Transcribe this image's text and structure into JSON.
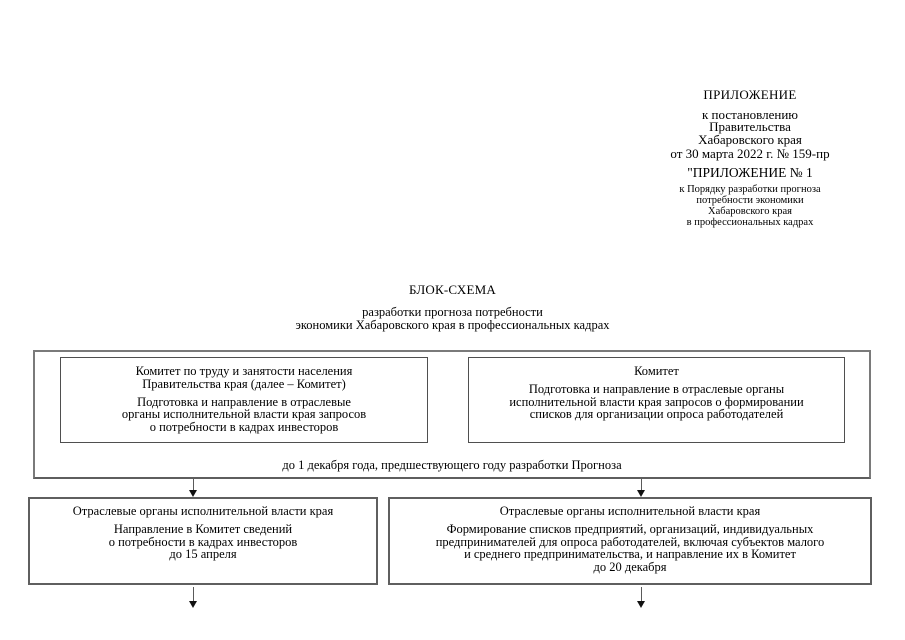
{
  "colors": {
    "background": "#ffffff",
    "text": "#000000",
    "outer_border": "#7a7a7a",
    "inner_border": "#4f4f4f",
    "lower_border": "#5f5f5f"
  },
  "header": {
    "appendix": "ПРИЛОЖЕНИЕ",
    "decree": "к постановлению\nПравительства\nХабаровского края",
    "date": "от 30 марта 2022 г. № 159-пр",
    "appendix_number": "\"ПРИЛОЖЕНИЕ № 1",
    "order": "к Порядку разработки прогноза\nпотребности экономики\nХабаровского края\nв профессиональных кадрах"
  },
  "title": {
    "main": "БЛОК-СХЕМА",
    "sub": "разработки прогноза потребности\nэкономики Хабаровского края в профессиональных кадрах"
  },
  "flowchart": {
    "top_left": {
      "title": "Комитет по труду и занятости населения\nПравительства края (далее – Комитет)",
      "body": "Подготовка и направление в отраслевые\nорганы исполнительной власти края запросов\nо потребности в кадрах инвесторов"
    },
    "top_right": {
      "title": "Комитет",
      "body": "Подготовка и направление в отраслевые органы\nисполнительной власти края запросов о формировании\nсписков для организации опроса работодателей"
    },
    "deadline": "до 1 декабря года, предшествующего году разработки Прогноза",
    "bottom_left": {
      "title": "Отраслевые органы исполнительной власти края",
      "body": "Направление в Комитет сведений\nо потребности в кадрах инвесторов\nдо 15 апреля"
    },
    "bottom_right": {
      "title": "Отраслевые органы исполнительной власти края",
      "body": "Формирование списков предприятий, организаций, индивидуальных\nпредпринимателей для опроса работодателей, включая субъектов малого\nи среднего предпринимательства, и направление их в Комитет\nдо 20 декабря"
    }
  }
}
